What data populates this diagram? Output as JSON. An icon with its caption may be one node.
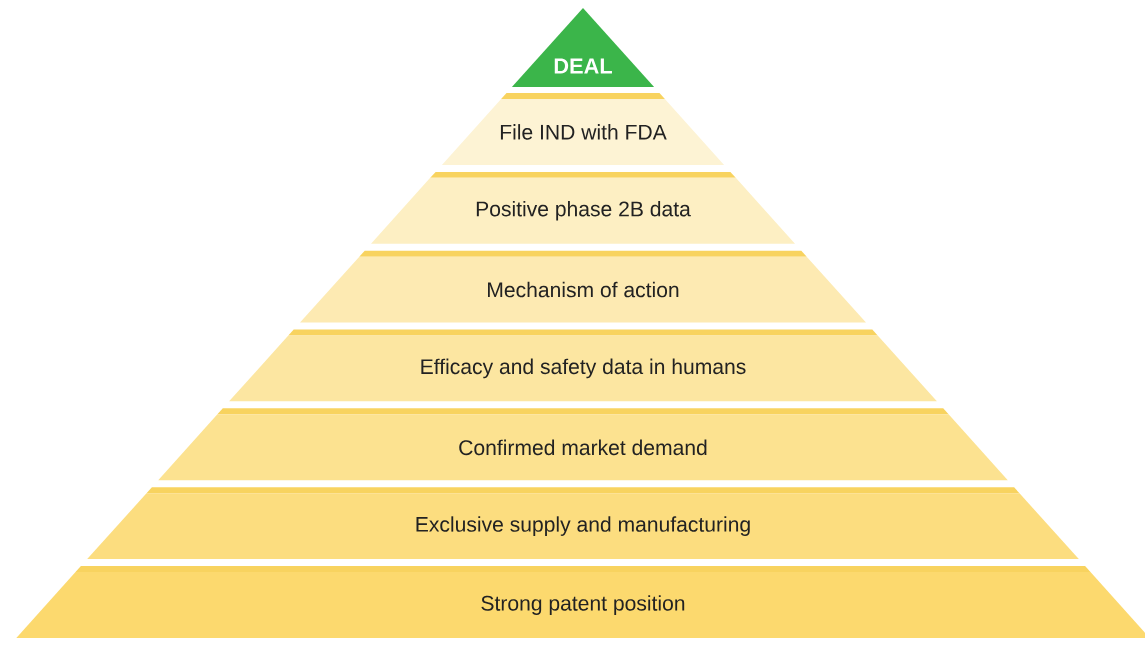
{
  "diagram": {
    "nodes": [
      {
        "text": [
          "DEAL"
        ]
      },
      {
        "text": [
          "File IND with FDA"
        ]
      },
      {
        "text": [
          "Positive phase 2B data"
        ]
      },
      {
        "text": [
          "Mechanism of action"
        ]
      },
      {
        "text": [
          "Efficacy and safety data in humans"
        ]
      },
      {
        "text": [
          "Confirmed market demand"
        ]
      },
      {
        "text": [
          "Exclusive supply and manufacturing"
        ]
      },
      {
        "text": [
          "Strong patent position"
        ]
      }
    ]
  }
}
